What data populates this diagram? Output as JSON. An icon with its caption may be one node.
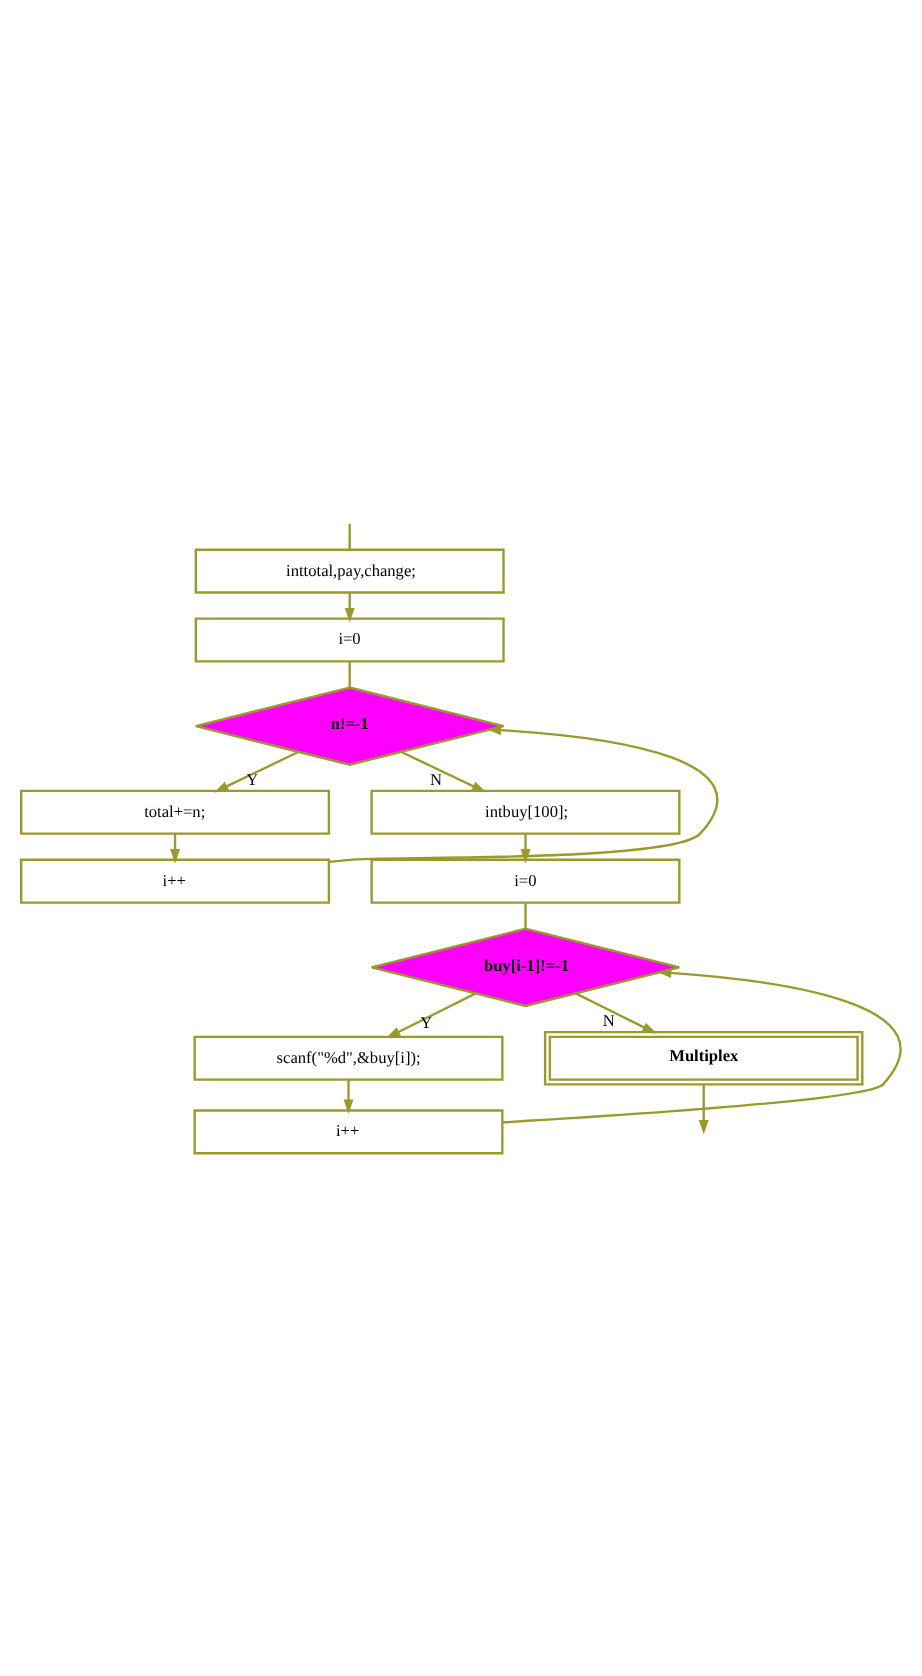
{
  "diagram": {
    "nodes": [
      {
        "text": [
          "inttotal,pay,change;"
        ]
      },
      {
        "text": [
          "i=0"
        ]
      },
      {
        "text": [
          "n!=-1"
        ]
      },
      {
        "text": [
          "total+=n;"
        ]
      },
      {
        "text": [
          "i++"
        ]
      },
      {
        "text": [
          "intbuy[100];"
        ]
      },
      {
        "text": [
          "i=0"
        ]
      },
      {
        "text": [
          "buy[i-1]!=-1"
        ]
      },
      {
        "text": [
          "scanf(\"%d\",&buy[i]);"
        ]
      },
      {
        "text": [
          "i++"
        ]
      },
      {
        "text": [
          "Multiplex"
        ]
      }
    ],
    "edges": [
      {
        "from": null,
        "to": 0,
        "arrow": "none"
      },
      {
        "from": 0,
        "to": 1,
        "arrow": "to"
      },
      {
        "from": 1,
        "to": 2,
        "arrow": "none"
      },
      {
        "from": 2,
        "to": 3,
        "arrow": "to",
        "label": "Y"
      },
      {
        "from": 3,
        "to": 4,
        "arrow": "to"
      },
      {
        "from": 4,
        "to": 2,
        "arrow": "to"
      },
      {
        "from": 2,
        "to": 5,
        "arrow": "to",
        "label": "N"
      },
      {
        "from": 5,
        "to": 6,
        "arrow": "to"
      },
      {
        "from": 6,
        "to": 7,
        "arrow": "none"
      },
      {
        "from": 7,
        "to": 8,
        "arrow": "to",
        "label": "Y"
      },
      {
        "from": 8,
        "to": 9,
        "arrow": "to"
      },
      {
        "from": 9,
        "to": 7,
        "arrow": "to"
      },
      {
        "from": 7,
        "to": 10,
        "arrow": "to",
        "label": "N"
      },
      {
        "from": 10,
        "to": null,
        "arrow": "to"
      }
    ]
  }
}
